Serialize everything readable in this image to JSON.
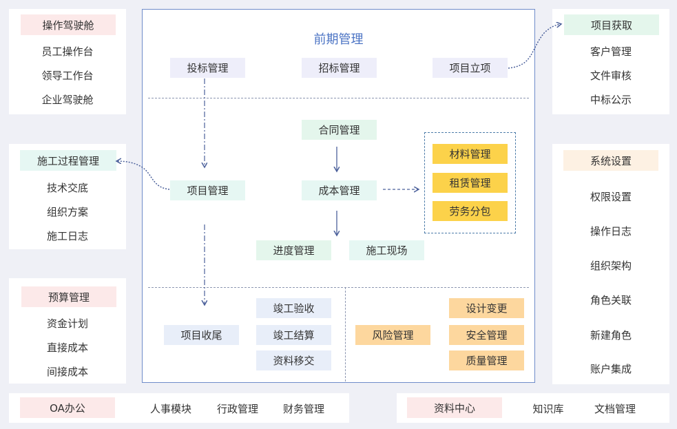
{
  "left": {
    "cockpit": {
      "title": "操作驾驶舱",
      "items": [
        "员工操作台",
        "领导工作台",
        "企业驾驶舱"
      ]
    },
    "process": {
      "title": "施工过程管理",
      "items": [
        "技术交底",
        "组织方案",
        "施工日志"
      ]
    },
    "budget": {
      "title": "预算管理",
      "items": [
        "资金计划",
        "直接成本",
        "间接成本"
      ]
    }
  },
  "right": {
    "acquire": {
      "title": "项目获取",
      "items": [
        "客户管理",
        "文件审核",
        "中标公示"
      ]
    },
    "system": {
      "title": "系统设置",
      "items": [
        "权限设置",
        "操作日志",
        "组织架构",
        "角色关联",
        "新建角色",
        "账户集成"
      ]
    }
  },
  "center": {
    "title": "前期管理",
    "pre": [
      "投标管理",
      "招标管理",
      "项目立项"
    ],
    "contract": "合同管理",
    "project": "项目管理",
    "cost": "成本管理",
    "materials": [
      "材料管理",
      "租赁管理",
      "劳务分包"
    ],
    "progress": "进度管理",
    "site": "施工现场",
    "closing": "项目收尾",
    "completion": [
      "竣工验收",
      "竣工结算",
      "资料移交"
    ],
    "risk": "风险管理",
    "risk_items": [
      "设计变更",
      "安全管理",
      "质量管理"
    ]
  },
  "bottom": {
    "oa": {
      "title": "OA办公",
      "items": [
        "人事模块",
        "行政管理",
        "财务管理"
      ]
    },
    "docs": {
      "title": "资料中心",
      "items": [
        "知识库",
        "文档管理"
      ]
    }
  },
  "colors": {
    "frame": "#6e8bc9",
    "title": "#4c74c4",
    "arrow": "#4a5f9a"
  }
}
